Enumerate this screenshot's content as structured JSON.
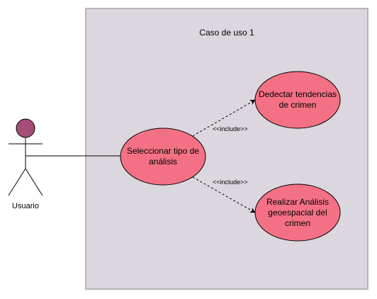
{
  "system": {
    "title": "Caso de uso 1"
  },
  "actor": {
    "name": "Usuario"
  },
  "use_cases": [
    {
      "id": "select",
      "label": "Seleccionar tipo de\nanálisis"
    },
    {
      "id": "trends",
      "label": "Dedectar tendencias\nde crimen"
    },
    {
      "id": "geo",
      "label": "Realizar Análisis\ngeoespacial del\ncrimen"
    }
  ],
  "relations": [
    {
      "type": "include",
      "label": "<<include>>"
    },
    {
      "type": "include",
      "label": "<<include>>"
    }
  ],
  "colors": {
    "use_case_fill": "#f47185",
    "use_case_stroke": "#000000",
    "actor_head": "#a64d79",
    "boundary_fill": "#dcd6de"
  }
}
